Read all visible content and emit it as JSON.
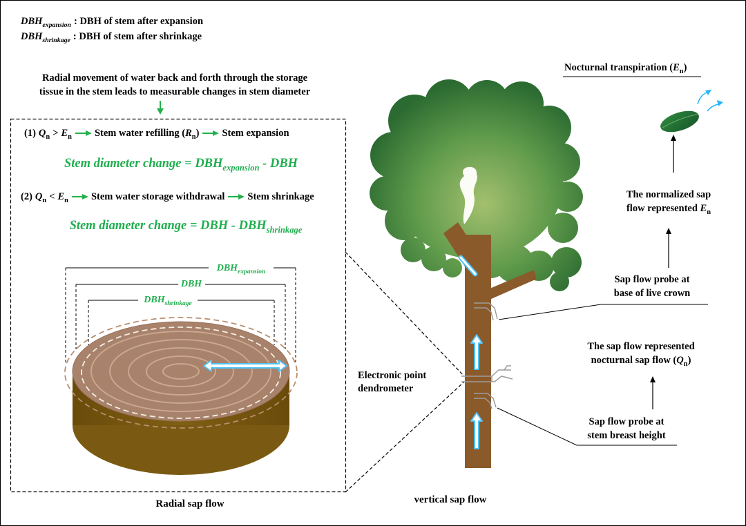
{
  "legend": {
    "expansion": {
      "symbol": "DBH",
      "subscript": "expansion",
      "definition": ": DBH of stem after expansion"
    },
    "shrinkage": {
      "symbol": "DBH",
      "subscript": "shrinkage",
      "definition": ": DBH of stem after shrinkage"
    }
  },
  "intro": {
    "line1": "Radial movement of water back and forth through the storage",
    "line2": "tissue in the stem leads to measurable changes in stem diameter"
  },
  "case1": {
    "number": "(1)",
    "q": "Q",
    "q_sub": "n",
    "operator": ">",
    "e": "E",
    "e_sub": "n",
    "step1": "Stem water refilling (",
    "r": "R",
    "r_sub": "n",
    "step1_close": ")",
    "step2": "Stem expansion"
  },
  "formula1": {
    "prefix": "Stem diameter change = ",
    "term1": "DBH",
    "term1_sub": "expansion",
    "minus": " - ",
    "term2": "DBH"
  },
  "case2": {
    "number": "(2)",
    "q": "Q",
    "q_sub": "n",
    "operator": "<",
    "e": "E",
    "e_sub": "n",
    "step1": "Stem water storage withdrawal",
    "step2": "Stem shrinkage"
  },
  "formula2": {
    "prefix": "Stem diameter change = ",
    "term1": "DBH",
    "minus": " - ",
    "term2": "DBH",
    "term2_sub": "shrinkage"
  },
  "dimensions": {
    "expansion": {
      "symbol": "DBH",
      "subscript": "expansion"
    },
    "dbh": {
      "symbol": "DBH"
    },
    "shrinkage": {
      "symbol": "DBH",
      "subscript": "shrinkage"
    }
  },
  "captions": {
    "radial": "Radial sap flow",
    "vertical": "vertical sap flow"
  },
  "tree_labels": {
    "dendrometer": [
      "Electronic point",
      "dendrometer"
    ],
    "nocturnal": {
      "text": "Nocturnal transpiration (",
      "symbol": "E",
      "subscript": "n",
      "close": ")"
    },
    "normalized": {
      "line1": "The normalized sap",
      "line2": "flow represented ",
      "symbol": "E",
      "subscript": "n"
    },
    "probe_crown": [
      "Sap flow probe at",
      "base of live crown"
    ],
    "represented": {
      "line1": "The sap flow represented",
      "line2": "nocturnal sap flow (",
      "symbol": "Q",
      "subscript": "n",
      "close": ")"
    },
    "probe_breast": [
      "Sap flow probe at",
      "stem breast height"
    ]
  },
  "icons": [
    "green-arrow-icon",
    "blue-flow-arrow-icon",
    "black-up-arrow-icon",
    "leaf-icon",
    "double-arrow-icon"
  ],
  "colors": {
    "green_text": "#1fae4e",
    "arrow_green": "#22b14c",
    "trunk": "#8b5a2b",
    "crown_light": "#a3c06e",
    "crown_mid": "#5f9a4b",
    "crown_dark": "#2b6b31",
    "section_top": "#a8826b",
    "section_ring": "#c9a791",
    "section_side": "#7a5a12",
    "flow_blue": "#4fc3f7",
    "probe_gray": "#9c9c9c",
    "leaf": "#1f6b2e"
  }
}
